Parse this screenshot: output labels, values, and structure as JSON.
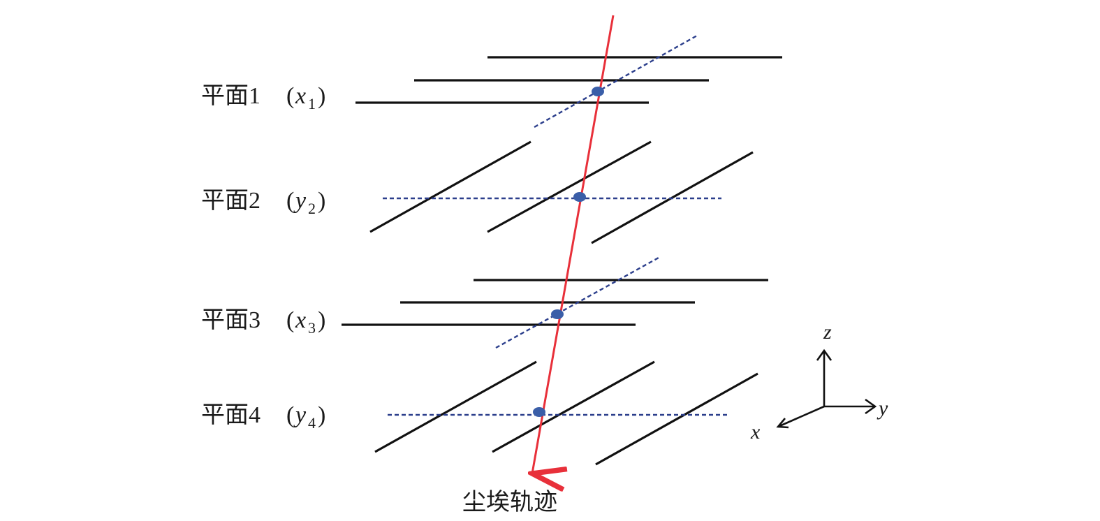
{
  "planes": [
    {
      "label": "平面1",
      "variable": "x",
      "subscript": "1"
    },
    {
      "label": "平面2",
      "variable": "y",
      "subscript": "2"
    },
    {
      "label": "平面3",
      "variable": "x",
      "subscript": "3"
    },
    {
      "label": "平面4",
      "variable": "y",
      "subscript": "4"
    }
  ],
  "track_label": "尘埃轨迹",
  "axes": {
    "z": "z",
    "y": "y",
    "x": "x"
  },
  "colors": {
    "wire": "#111111",
    "dashed_guide": "#2c3f8c",
    "track": "#e8303a",
    "hit_point": "#3a5ea8"
  }
}
